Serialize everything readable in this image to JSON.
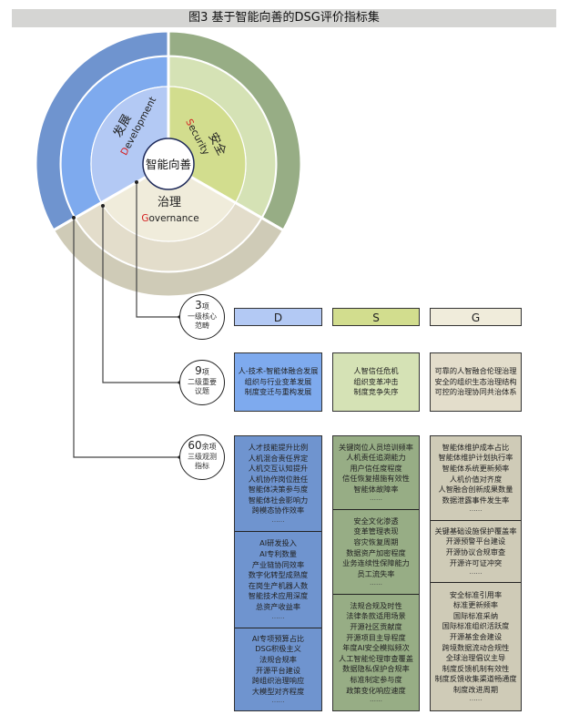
{
  "title": "图3  基于智能向善的DSG评价指标集",
  "center_label": "智能向善",
  "sectors": [
    {
      "key": "D",
      "cn": "发展",
      "en_initial": "D",
      "en_rest": "evelopment"
    },
    {
      "key": "S",
      "cn": "安全",
      "en_initial": "S",
      "en_rest": "ecurity"
    },
    {
      "key": "G",
      "cn": "治理",
      "en_initial": "G",
      "en_rest": "overnance"
    }
  ],
  "colors": {
    "d_inner": "#b3c9f4",
    "d_mid": "#7eaaee",
    "d_outer": "#6f94cf",
    "s_inner": "#d2dd8e",
    "s_mid": "#d5e2b5",
    "s_outer": "#97ad85",
    "g_inner": "#f0ecdb",
    "g_mid": "#e3ddcb",
    "g_outer": "#cfcbb7",
    "accent_letter": "#d42020"
  },
  "levels": [
    {
      "num": "3",
      "unit": "项",
      "line1": "一级核心",
      "line2": "范畴"
    },
    {
      "num": "9",
      "unit": "项",
      "line1": "二级重要",
      "line2": "议题"
    },
    {
      "num": "60",
      "unit": "余项",
      "line1": "三级观测",
      "line2": "指标"
    }
  ],
  "level1": {
    "D": "D",
    "S": "S",
    "G": "G"
  },
  "level2": {
    "D": [
      "人-技术-智能体融合发展",
      "组织与行业变革发展",
      "制度变迁与重构发展"
    ],
    "S": [
      "人智信任危机",
      "组织变革冲击",
      "制度竞争失序"
    ],
    "G": [
      "可靠的人智融合伦理治理",
      "安全的组织生态治理结构",
      "可控的治理协同共治体系"
    ]
  },
  "level3": {
    "D": [
      [
        "人才技能提升比例",
        "人机混合责任界定",
        "人机交互认知提升",
        "人机协作岗位胜任",
        "智能体决策参与度",
        "智能体社会影响力",
        "跨模态协作效率",
        "……"
      ],
      [
        "AI研发投入",
        "AI专利数量",
        "产业链协同效率",
        "数字化转型成熟度",
        "在岗生产机器人数",
        "智能技术应用深度",
        "总资产收益率",
        "……"
      ],
      [
        "AI专项预算占比",
        "DSG积极主义",
        "法规合规率",
        "开源平台建设",
        "跨组织治理响应",
        "大模型对齐程度",
        "……"
      ]
    ],
    "S": [
      [
        "关键岗位人员培训频率",
        "人机责任追溯能力",
        "用户信任度程度",
        "信任恢复措施有效性",
        "智能体故障率",
        "……"
      ],
      [
        "安全文化渗透",
        "变革管理表现",
        "容灾恢复周期",
        "数据资产加密程度",
        "业务连续性保障能力",
        "员工流失率",
        "……"
      ],
      [
        "法规合规及时性",
        "法律条款适用场景",
        "开源社区贡献度",
        "开源项目主导程度",
        "年度AI安全模拟频次",
        "人工智能伦理审查覆盖",
        "数据隐私保护合规率",
        "标准制定参与度",
        "政策变化响应速度",
        "……"
      ]
    ],
    "G": [
      [
        "智能体维护成本占比",
        "智能体维护计划执行率",
        "智能体系统更新频率",
        "人机价值对齐度",
        "人智融合创新成果数量",
        "数据泄露事件发生率",
        "……"
      ],
      [
        "关键基础设施保护覆盖率",
        "开源预警平台建设",
        "开源协议合规审查",
        "开源许可证冲突",
        "……"
      ],
      [
        "安全标准引用率",
        "标准更新频率",
        "国际标准采纳",
        "国际标准组织活跃度",
        "开源基金会建设",
        "跨境数据流动合规性",
        "全球治理倡议主导",
        "制度反馈机制有效性",
        "制度反馈收集渠道畅通度",
        "制度改进周期",
        "……"
      ]
    ]
  }
}
